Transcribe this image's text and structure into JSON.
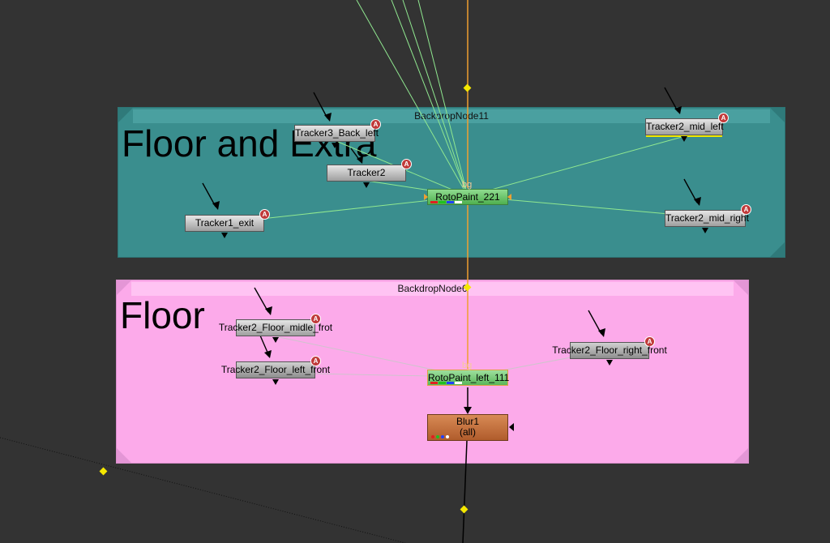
{
  "colors": {
    "canvas_bg": "#333333",
    "teal_backdrop": "#3a8e8e",
    "pink_backdrop": "#fcaaea",
    "tracker_wire": "#90e890",
    "main_pipe": "#f0a030",
    "selected_underline": "#f0e800",
    "roto_node": "#6cc46c",
    "blur_node": "#c8733f"
  },
  "backdrops": {
    "teal": {
      "header": "BackdropNode11",
      "label": "Floor and Extra"
    },
    "pink": {
      "header": "BackdropNode6",
      "label": "Floor"
    }
  },
  "nodes": {
    "tracker3_back_left": "Tracker3_Back_left",
    "tracker2": "Tracker2",
    "tracker2_mid_left": "Tracker2_mid_left",
    "tracker1_exit": "Tracker1_exit",
    "tracker2_mid_right": "Tracker2_mid_right",
    "rotopaint_221": "RotoPaint_221",
    "tracker2_floor_midle_frot": "Tracker2_Floor_midle_frot",
    "tracker2_floor_left_front": "Tracker2_Floor_left_front",
    "tracker2_floor_right_front": "Tracker2_Floor_right_front",
    "rotopaint_left_111": "RotoPaint_left_111",
    "blur1": "Blur1",
    "blur1_channels": "(all)"
  },
  "labels": {
    "bg_input": "bg",
    "tracker_badge": "A"
  },
  "channel_colors": [
    "#e02020",
    "#20c020",
    "#2040ff",
    "#ffffff"
  ]
}
